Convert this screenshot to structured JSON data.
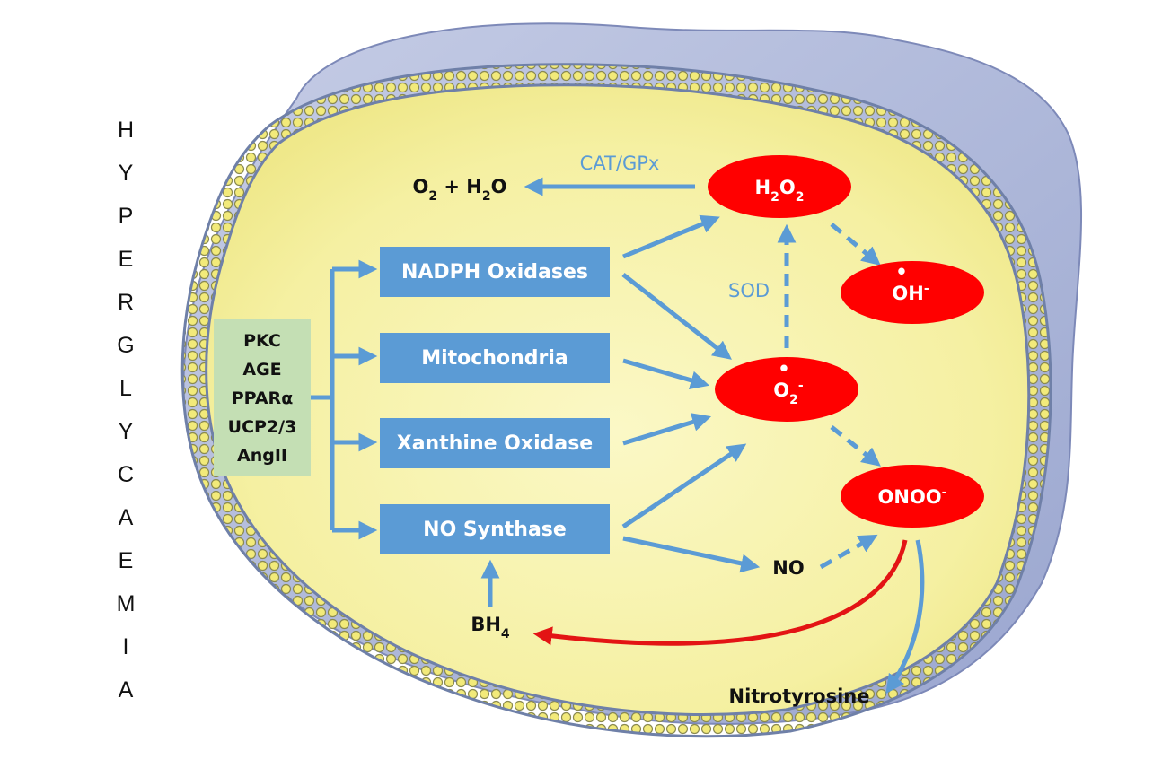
{
  "sidebar": {
    "letters": [
      "H",
      "Y",
      "P",
      "E",
      "R",
      "G",
      "L",
      "Y",
      "C",
      "A",
      "E",
      "M",
      "I",
      "A"
    ]
  },
  "stimuli": {
    "items": [
      "PKC",
      "AGE",
      "PPARα",
      "UCP2/3",
      "AngII"
    ]
  },
  "sources": {
    "nadph": "NADPH Oxidases",
    "mito": "Mitochondria",
    "xanthine": "Xanthine Oxidase",
    "nos": "NO Synthase"
  },
  "species": {
    "h2o2": {
      "main": "H",
      "sub1": "2",
      "mid": "O",
      "sub2": "2"
    },
    "oh": {
      "radical": "•",
      "main": "OH",
      "sup": "-"
    },
    "o2": {
      "radical": "•",
      "main": "O",
      "sub": "2",
      "sup": "-"
    },
    "onoo": {
      "main": "ONOO",
      "sup": "-"
    }
  },
  "products": {
    "o2_h2o": {
      "o": "O",
      "o_sub": "2",
      "rest": " + H",
      "h_sub": "2",
      "end": "O"
    },
    "no": "NO",
    "bh4": {
      "main": "BH",
      "sub": "4"
    },
    "nitrotyrosine": "Nitrotyrosine"
  },
  "enzymes": {
    "catgpx": "CAT/GPx",
    "sod": "SOD"
  },
  "colors": {
    "blue": "#5b9bd5",
    "red": "#ff0000",
    "cell_fill": "#f7f3a8",
    "membrane": "#6f80a8",
    "stimuli_box": "#c4dfb4"
  }
}
